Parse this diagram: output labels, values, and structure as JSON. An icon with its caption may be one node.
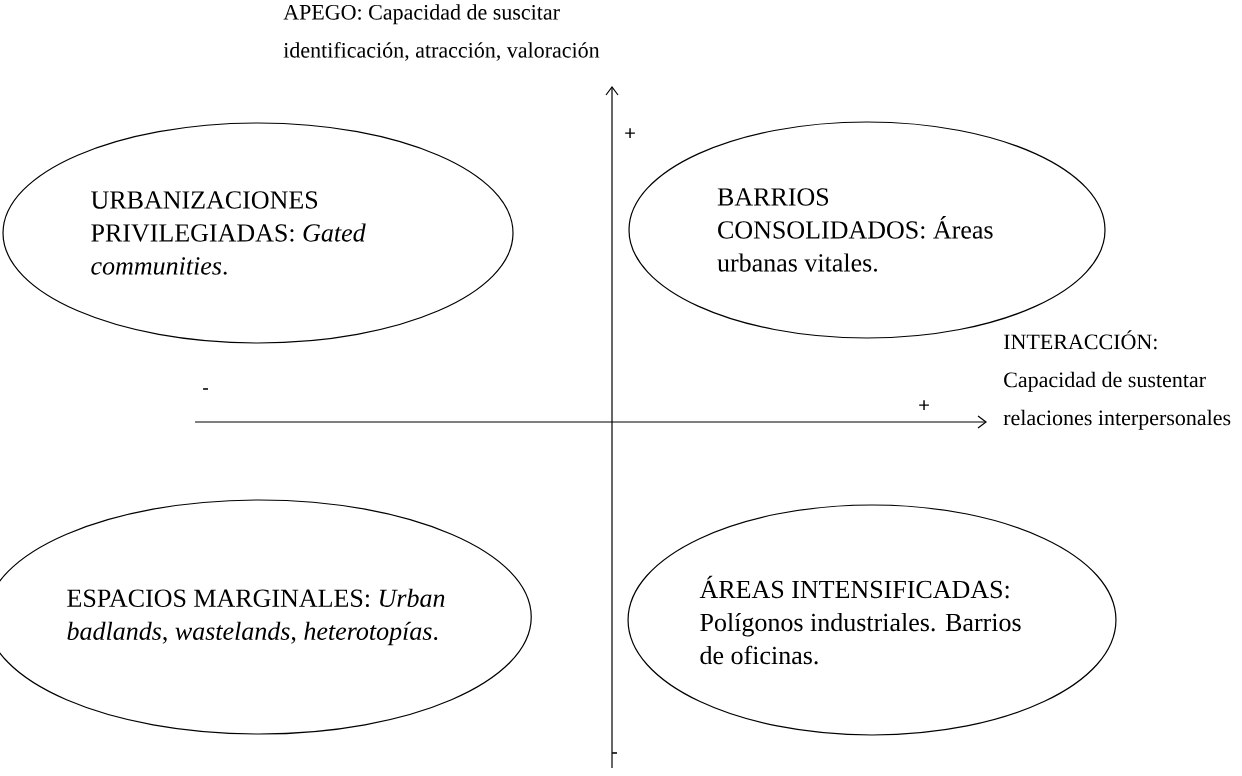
{
  "diagram": {
    "nodes": [
      {
        "text": [
          "URBANIZACIONES PRIVILEGIADAS: *Gated communities*."
        ]
      },
      {
        "text": [
          "BARRIOS CONSOLIDADOS: Áreas urbanas vitales."
        ]
      },
      {
        "text": [
          "ESPACIOS MARGINALES: *Urban badlands*, *wastelands*, *heterotopías*."
        ]
      },
      {
        "text": [
          "ÁREAS INTENSIFICADAS: Polígonos industriales. Barrios de oficinas."
        ]
      }
    ],
    "labels": [
      "APEGO: Capacidad de suscitar identificación, atracción, valoración",
      "+",
      "INTERACCIÓN: Capacidad de sustentar relaciones interpersonales",
      "-",
      "+",
      "-"
    ]
  }
}
